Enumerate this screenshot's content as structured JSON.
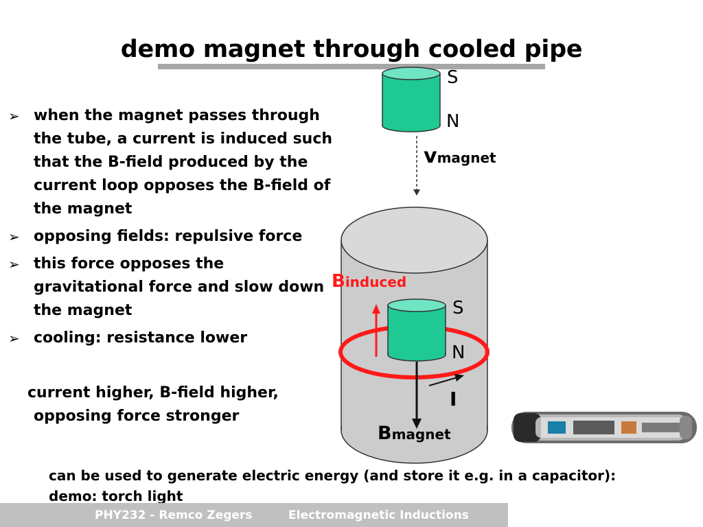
{
  "slide": {
    "title": "demo magnet through cooled pipe",
    "bullets": [
      "when the magnet passes through the tube, a current is induced such that the B-field produced by the current loop opposes the B-field of the magnet",
      "opposing fields: repulsive force",
      "this force opposes the gravitational force and slow down the magnet",
      "cooling: resistance lower"
    ],
    "bullet_marker": "➢",
    "continuation_line1": "current higher, B-field higher,",
    "continuation_line2": "opposing force stronger",
    "bottom_line1": "can be used to generate electric energy (and store it e.g. in a capacitor):",
    "bottom_line2": "demo: torch light"
  },
  "figure": {
    "top_magnet_s": "S",
    "top_magnet_n": "N",
    "v_symbol": "v",
    "v_subscript": "magnet",
    "b_induced_symbol": "B",
    "b_induced_subscript": "induced",
    "inner_magnet_s": "S",
    "inner_magnet_n": "N",
    "current_label": "I",
    "b_magnet_symbol": "B",
    "b_magnet_subscript": "magnet",
    "colors": {
      "magnet": "#1fc994",
      "magnet_top": "#6fe5c4",
      "pipe": "#cccccc",
      "loop": "#ff1a1a"
    }
  },
  "footer": {
    "author": "PHY232 - Remco Zegers",
    "topic": "Electromagnetic Inductions"
  }
}
